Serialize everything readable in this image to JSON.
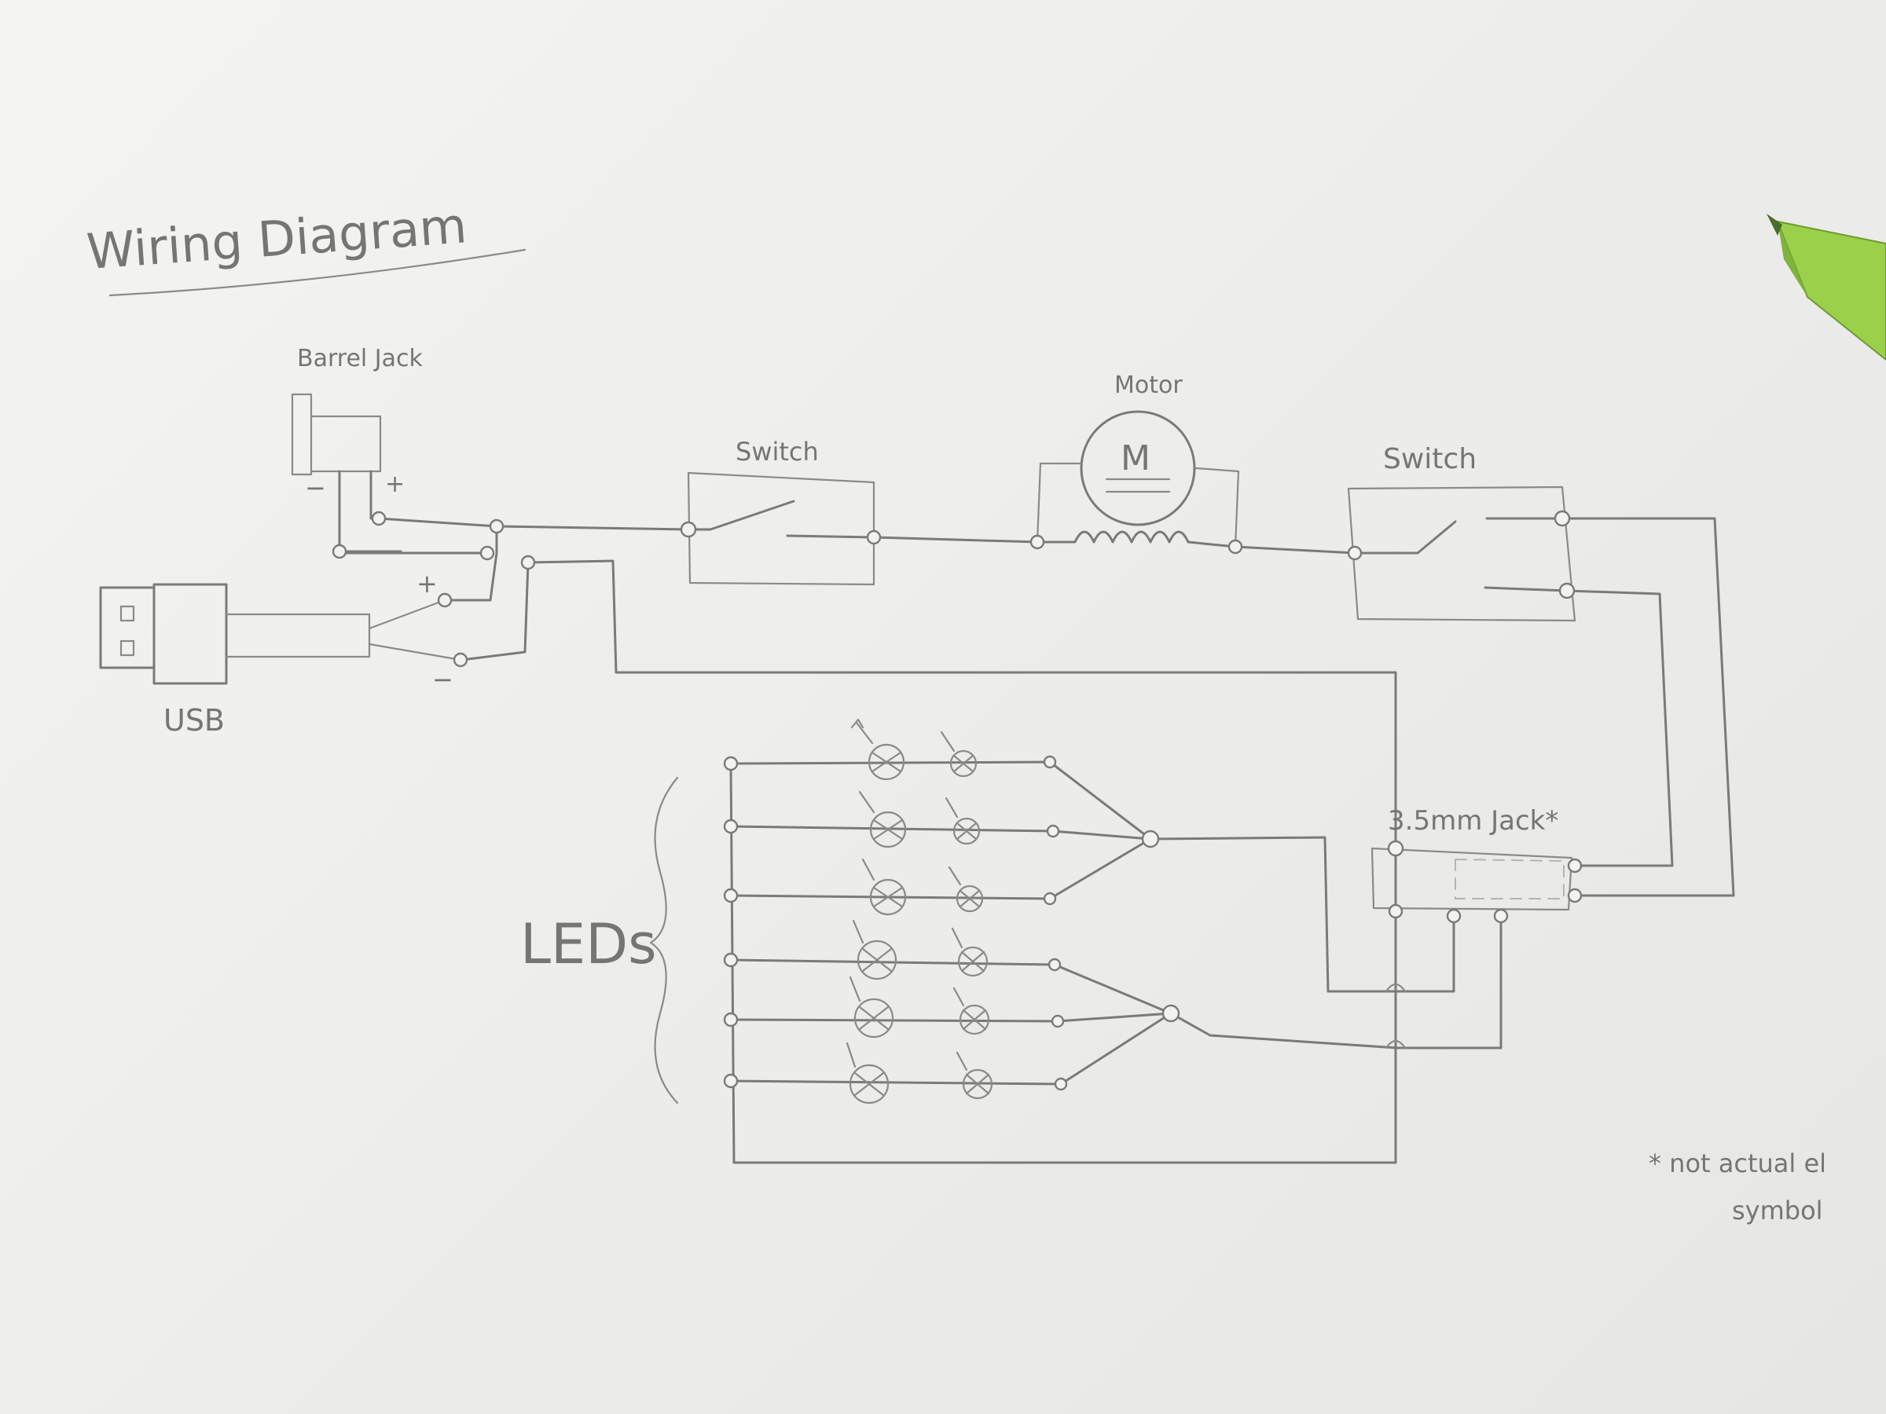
{
  "title": "Wiring Diagram",
  "labels": {
    "barrel_jack": "Barrel Jack",
    "usb": "USB",
    "switch_1": "Switch",
    "motor": "Motor",
    "motor_symbol": "M",
    "switch_2": "Switch",
    "jack": "3.5mm Jack*",
    "leds": "LEDs",
    "plus": "+",
    "minus": "−"
  },
  "footnote": {
    "line1": "* not actual el",
    "line2": "symbol"
  },
  "colors": {
    "paper": "#efefed",
    "pencil": "#7a7a78",
    "pen_body": "#9bd14a",
    "pen_tip": "#4a6b2a"
  },
  "icons": [
    "pen-icon"
  ]
}
